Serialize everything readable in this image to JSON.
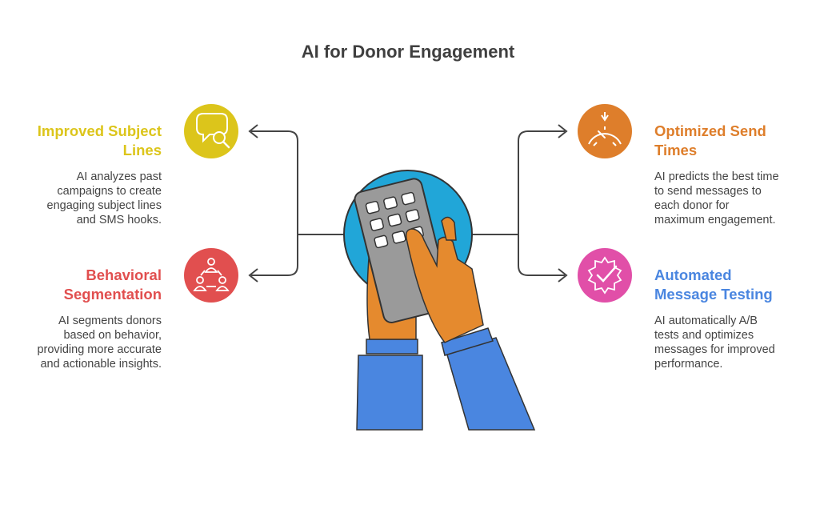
{
  "title": "AI for Donor Engagement",
  "items": [
    {
      "key": "subject",
      "heading_line1": "Improved Subject",
      "heading_line2": "Lines",
      "description": [
        "AI analyzes past",
        "campaigns to create",
        "engaging subject lines",
        "and SMS hooks."
      ],
      "color": "#dcc51b",
      "icon": "chat-search-icon"
    },
    {
      "key": "segmentation",
      "heading_line1": "Behavioral",
      "heading_line2": "Segmentation",
      "description": [
        "AI segments donors",
        "based on behavior,",
        "providing more accurate",
        "and actionable insights."
      ],
      "color": "#e14f4f",
      "icon": "people-network-icon"
    },
    {
      "key": "send-times",
      "heading_line1": "Optimized Send",
      "heading_line2": "Times",
      "description": [
        "AI predicts the best time",
        "to send messages to",
        "each donor for",
        "maximum engagement."
      ],
      "color": "#de7e2b",
      "icon": "gauge-icon"
    },
    {
      "key": "testing",
      "heading_line1": "Automated",
      "heading_line2": "Message Testing",
      "description": [
        "AI automatically A/B",
        "tests and optimizes",
        "messages for improved",
        "performance."
      ],
      "color": "#4a86e0",
      "icon": "gear-check-icon"
    }
  ],
  "center_icon": "hands-keypad-icon",
  "colors": {
    "title": "#3f3f3f",
    "text": "#444444",
    "connector": "#444444",
    "center_circle": "#21a6d8",
    "device": "#9a9a9a",
    "skin": "#e58a2e",
    "sleeve": "#4a86e0",
    "icon_fill_blue": "#e14fa8"
  }
}
